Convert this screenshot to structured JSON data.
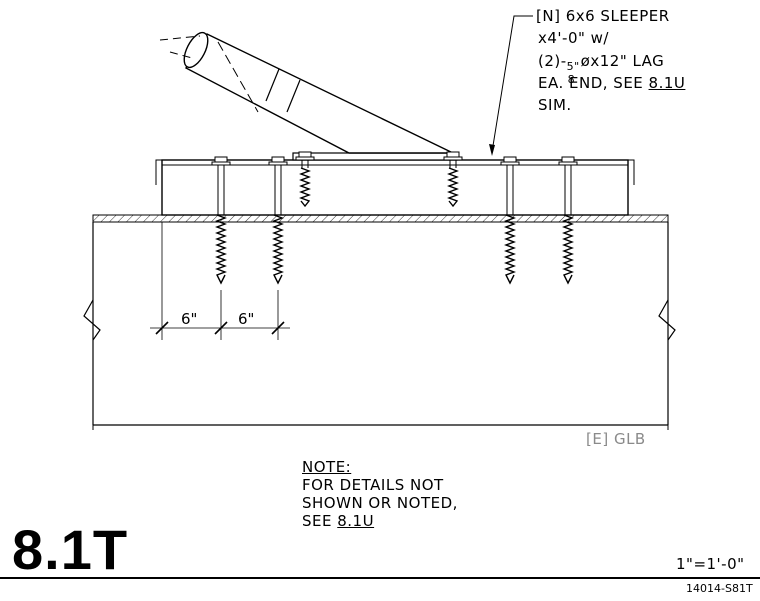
{
  "callout": {
    "line1": "[N] 6x6 SLEEPER",
    "line2": "x4'-0\" w/",
    "line3_prefix": "(2)-",
    "frac_num": "5\"",
    "frac_den": "8",
    "line3_suffix": "øx12\" LAG",
    "line4_prefix": "EA. END, SEE ",
    "line4_ref": "8.1U",
    "line5": "SIM."
  },
  "dimensions": {
    "left": "6\"",
    "right": "6\""
  },
  "beam_label": "[E] GLB",
  "note": {
    "heading": "NOTE:",
    "line1": "FOR DETAILS NOT",
    "line2": "SHOWN OR NOTED,",
    "line3_prefix": "SEE ",
    "line3_ref": "8.1U"
  },
  "title_block": {
    "detail_number": "8.1T",
    "scale": "1\"=1'-0\"",
    "sheet_id": "14014-S81T"
  }
}
